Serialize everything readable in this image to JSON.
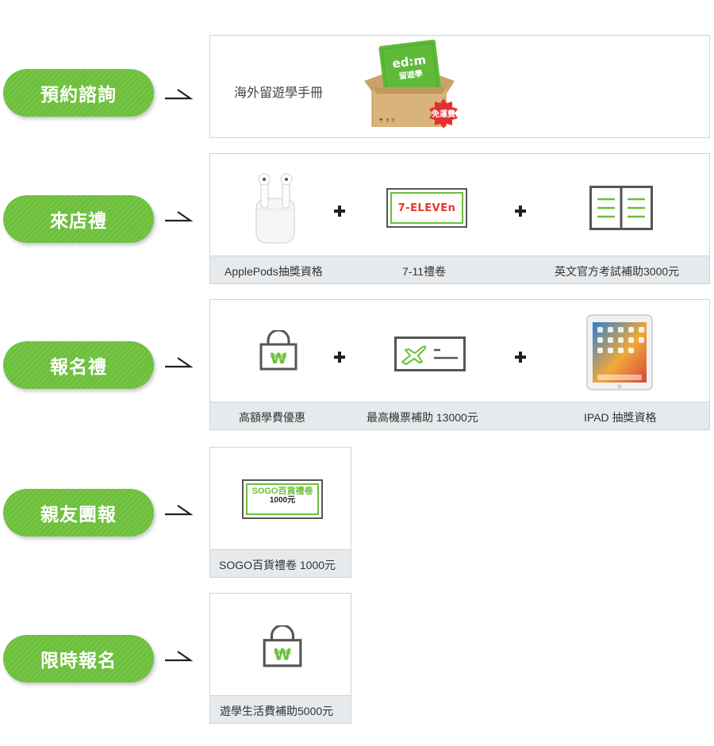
{
  "rows": {
    "consult": {
      "label": "預約諮詢",
      "handbook_text": "海外留遊學手冊",
      "book_logo_line1": "ed:m",
      "book_logo_line2": "留遊學",
      "free_badge": "免運費"
    },
    "visit": {
      "label": "來店禮",
      "items": [
        {
          "caption": "ApplePods抽獎資格",
          "icon": "airpods-icon"
        },
        {
          "caption": "7-11禮卷",
          "icon": "7-eleven-card-icon",
          "brand": "7-ELEVEn"
        },
        {
          "caption": "英文官方考試補助3000元",
          "icon": "open-book-icon"
        }
      ]
    },
    "signup": {
      "label": "報名禮",
      "items": [
        {
          "caption": "高額學費優惠",
          "icon": "won-bag-icon"
        },
        {
          "caption": "最高機票補助 13000元",
          "icon": "plane-ticket-icon"
        },
        {
          "caption": "IPAD 抽獎資格",
          "icon": "ipad-icon"
        }
      ]
    },
    "friend": {
      "label": "親友團報",
      "voucher_line1": "SOGO百貨禮卷",
      "voucher_line2": "1000元",
      "caption": "SOGO百貨禮卷 1000元"
    },
    "limited": {
      "label": "限時報名",
      "caption": "遊學生活費補助5000元",
      "icon": "won-bag-icon"
    }
  },
  "colors": {
    "accent_green": "#6cbf3a",
    "badge_red": "#e53030",
    "footer_gray": "#e7eaec"
  }
}
